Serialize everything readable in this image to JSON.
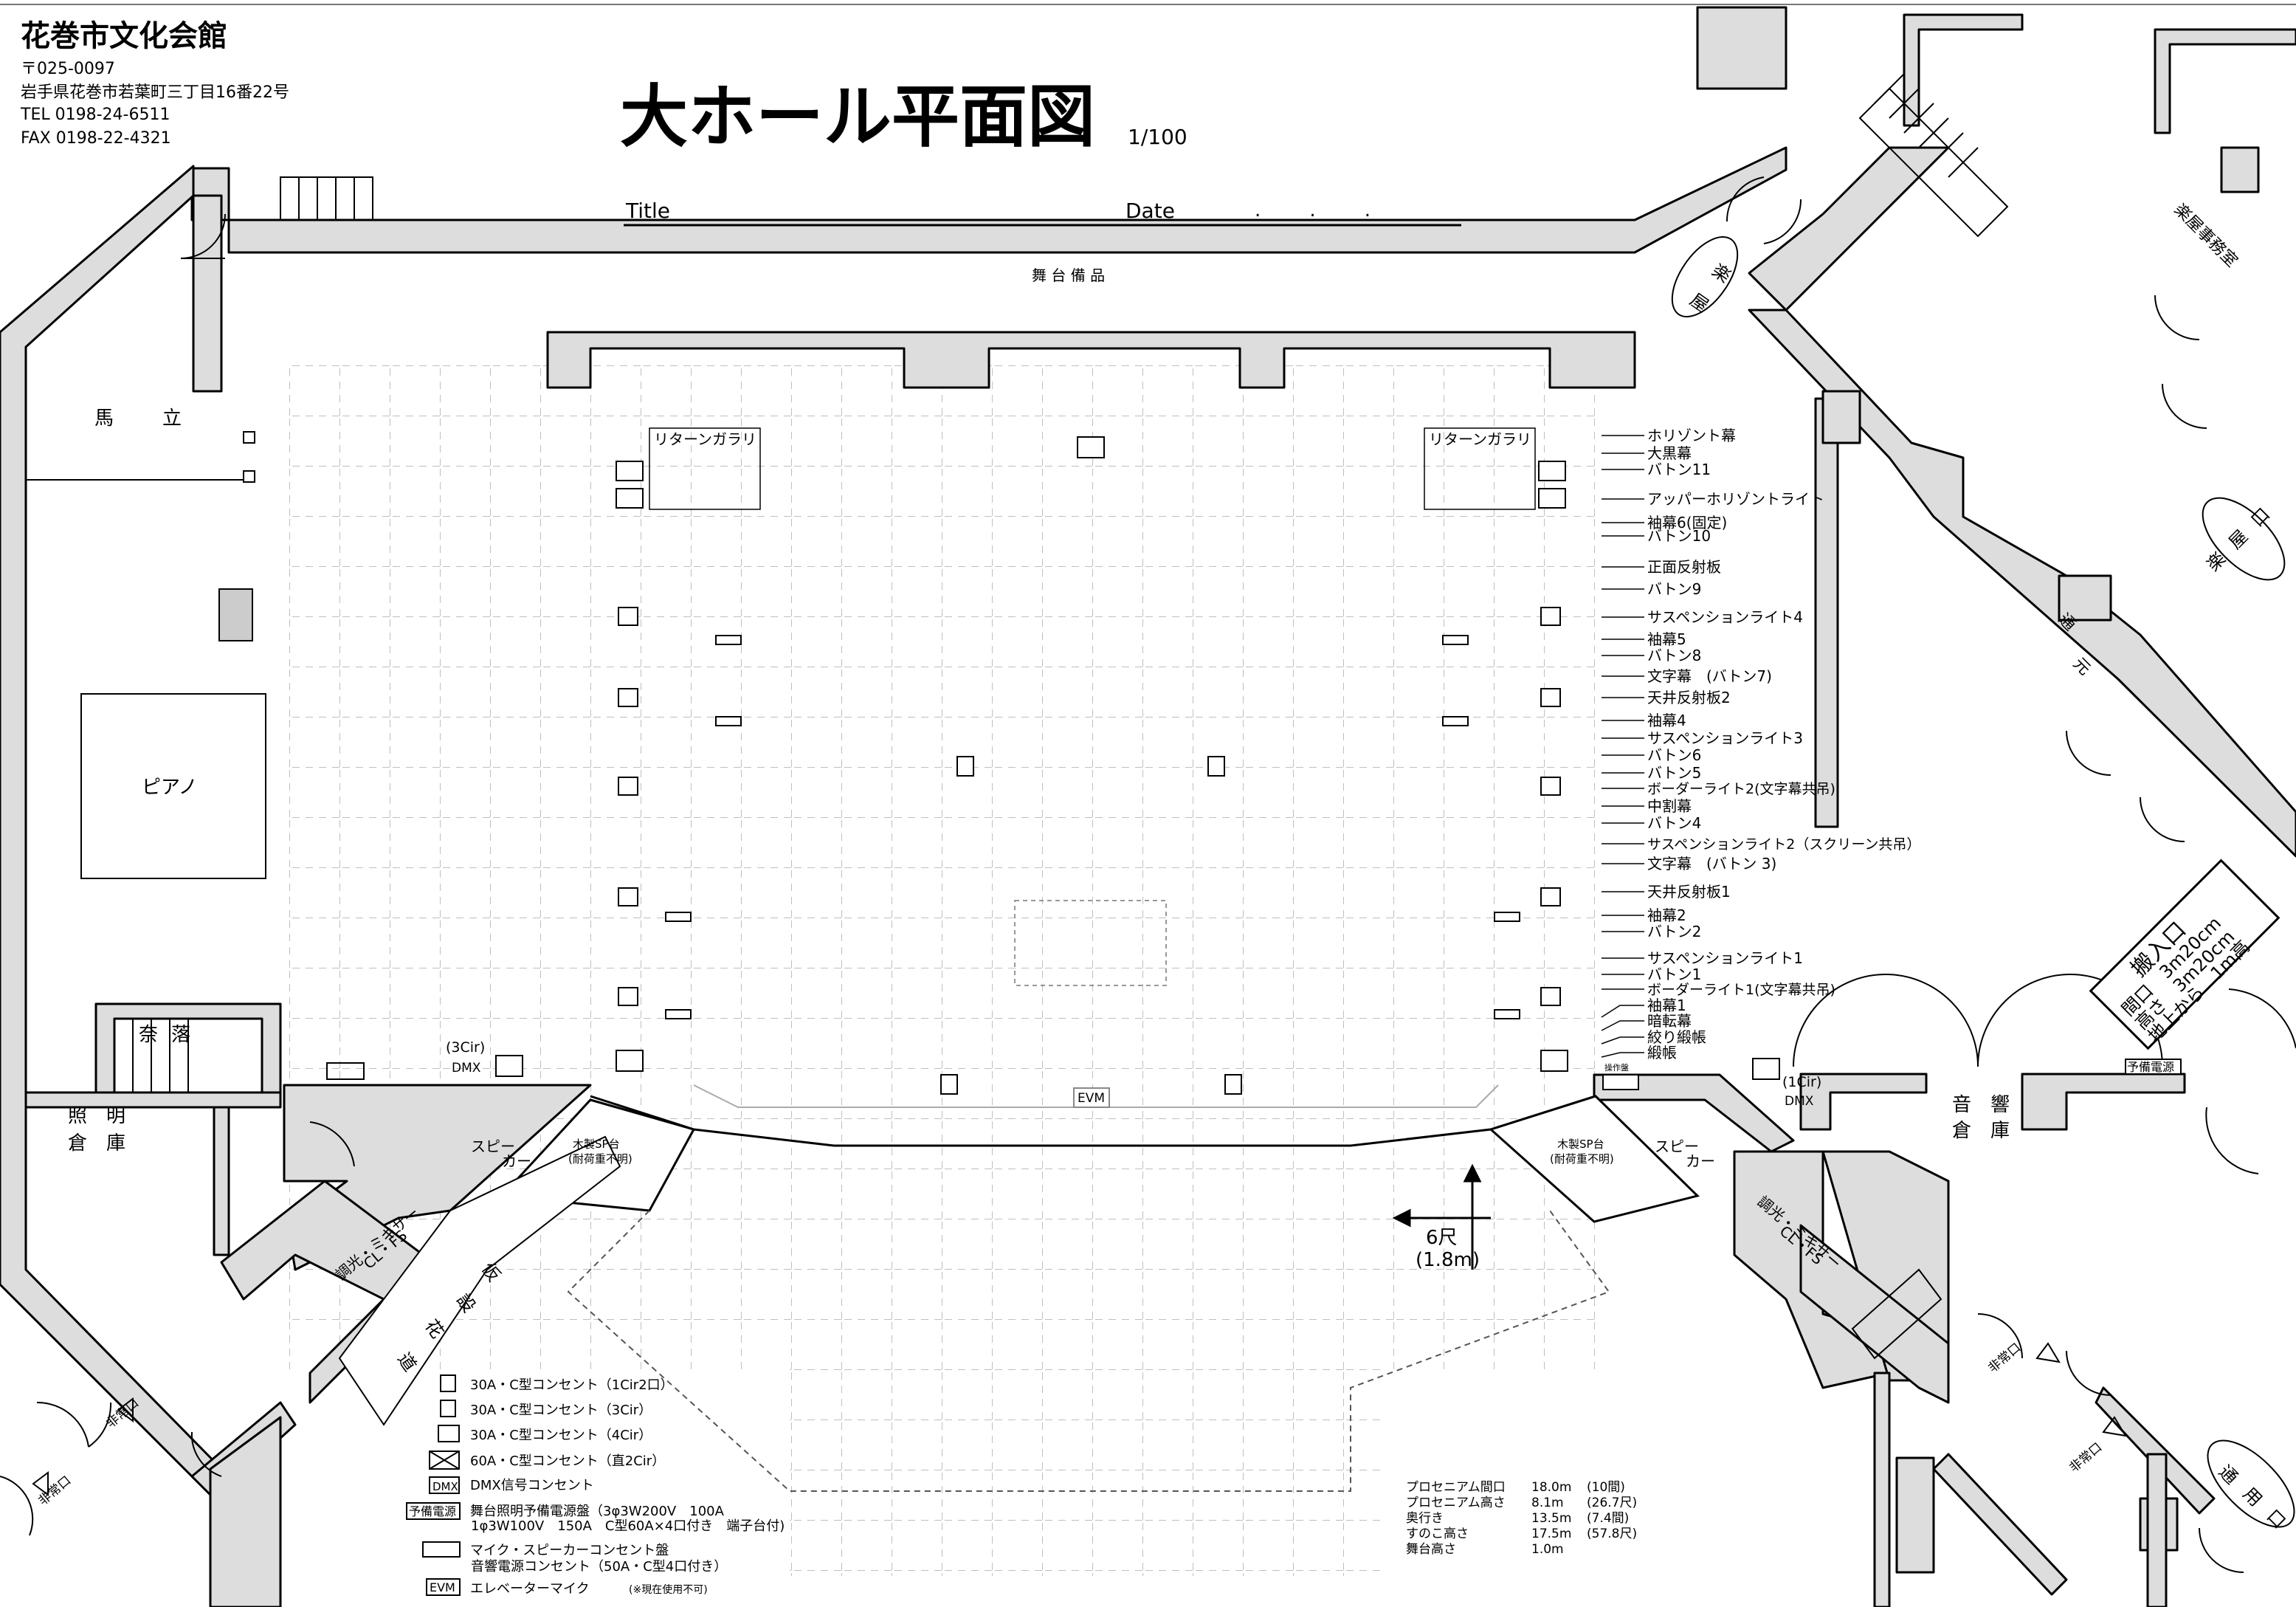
{
  "header": {
    "venue_name": "花巻市文化会館",
    "postal": "〒025-0097",
    "address": "岩手県花巻市若葉町三丁目16番22号",
    "tel": "TEL  0198-24-6511",
    "fax": "FAX  0198-22-4321",
    "title": "大ホール平面図",
    "scale": "1/100",
    "title_field": "Title",
    "date_field": "Date",
    "date_dots": ".        .        ."
  },
  "rooms": {
    "stage_storage": "舞 台 備 品",
    "uma": "馬",
    "tate": "立",
    "piano": "ピアノ",
    "naraku1": "奈",
    "naraku2": "落",
    "lighting_storage1": "照　明",
    "lighting_storage2": "倉　庫",
    "sound_storage1": "音　響",
    "sound_storage2": "倉　庫",
    "return_gallery_left": "リターンガラリ",
    "return_gallery_right": "リターンガラリ",
    "speaker_left": [
      "スピー",
      "カー"
    ],
    "speaker_right": [
      "スピー",
      "カー"
    ],
    "wood_sp_left": [
      "木製SP台",
      "(耐荷重不明)"
    ],
    "wood_sp_right": [
      "木製SP台",
      "(耐荷重不明)"
    ],
    "hanamichi": [
      "仮",
      "設",
      "花",
      "道"
    ],
    "dimmer_left": [
      "調光・ミキサー",
      "CL・FS"
    ],
    "dimmer_right": [
      "調光・ミキサー",
      "CL・FS"
    ],
    "gakuya_arrow": [
      "楽",
      "屋"
    ],
    "gakuya_entrance": [
      "楽",
      "屋",
      "口"
    ],
    "gakuya_office": "楽屋事務室",
    "corridor": [
      "通",
      "元"
    ],
    "service_entrance": [
      "通",
      "用",
      "口"
    ],
    "emergency_exit": "非常口",
    "evm": "EVM",
    "cir3_label": "(3Cir)",
    "cir1_label": "(1Cir)",
    "dmx": "DMX",
    "spare_power": "予備電源",
    "control_panel": "操作盤",
    "direction_value": "6尺",
    "direction_value2": "(1.8m)"
  },
  "loading_dock": {
    "title": "搬入口",
    "lines": [
      "間口　3m20cm",
      "高さ　3m20cm",
      "地上から　1m高"
    ]
  },
  "batten_lines": [
    "ホリゾント幕",
    "大黒幕",
    "バトン11",
    "アッパーホリゾントライト",
    "袖幕6(固定)",
    "バトン10",
    "正面反射板",
    "バトン9",
    "サスペンションライト4",
    "袖幕5",
    "バトン8",
    "文字幕　(バトン7)",
    "天井反射板2",
    "袖幕4",
    "サスペンションライト3",
    "バトン6",
    "バトン5",
    "ボーダーライト2(文字幕共吊)",
    "中割幕",
    "バトン4",
    "サスペンションライト2（スクリーン共吊）",
    "文字幕　(バトン 3)",
    "天井反射板1",
    "袖幕2",
    "バトン2",
    "サスペンションライト1",
    "バトン1",
    "ボーダーライト1(文字幕共吊)",
    "袖幕1",
    "暗転幕",
    "絞り緞帳",
    "緞帳"
  ],
  "legend": [
    {
      "icon": "outlet-2-icon",
      "text": "30A・C型コンセント（1Cir2口）"
    },
    {
      "icon": "outlet-3-icon",
      "text": "30A・C型コンセント（3Cir）"
    },
    {
      "icon": "outlet-4-icon",
      "text": "30A・C型コンセント（4Cir）"
    },
    {
      "icon": "outlet-60a-icon",
      "text": "60A・C型コンセント（直2Cir）"
    },
    {
      "icon": "dmx-icon",
      "text": "DMX信号コンセント"
    },
    {
      "icon": "spare-power-icon",
      "text": "舞台照明予備電源盤（3φ3W200V　100A"
    },
    {
      "icon": "",
      "text": "1φ3W100V　150A　C型60A×4口付き　端子台付)"
    },
    {
      "icon": "mic-panel-icon",
      "text": "マイク・スピーカーコンセント盤"
    },
    {
      "icon": "",
      "text": "音響電源コンセント（50A・C型4口付き）"
    },
    {
      "icon": "evm-icon",
      "text": "エレベーターマイク"
    }
  ],
  "legend_note": "(※現在使用不可)",
  "specs": [
    {
      "label": "プロセニアム間口",
      "value": "18.0m",
      "note": "(10間)"
    },
    {
      "label": "プロセニアム高さ",
      "value": "8.1m",
      "note": "(26.7尺)"
    },
    {
      "label": "奥行き",
      "value": "13.5m",
      "note": "(7.4間)"
    },
    {
      "label": "すのこ高さ",
      "value": "17.5m",
      "note": "(57.8尺)"
    },
    {
      "label": "舞台高さ",
      "value": "1.0m",
      "note": ""
    }
  ]
}
